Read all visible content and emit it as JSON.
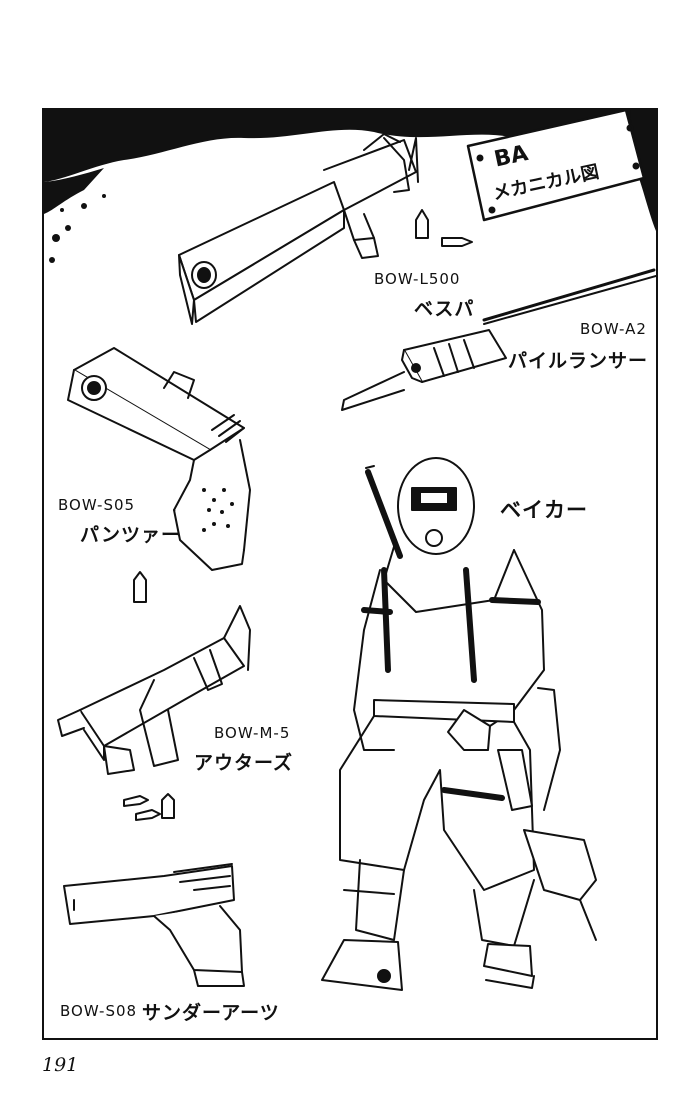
{
  "sign": {
    "title": "BA",
    "subtitle": "メカニカル図"
  },
  "weapons": [
    {
      "code": "BOW-L500",
      "name": "ベスパ"
    },
    {
      "code": "BOW-A2",
      "name": "パイルランサー"
    },
    {
      "code": "BOW-S05",
      "name": "パンツァー"
    },
    {
      "code": "BOW-M-5",
      "name": "アウターズ"
    },
    {
      "code": "BOW-S08",
      "name": "サンダーアーツ"
    }
  ],
  "character": {
    "name": "ベイカー"
  },
  "page_number": "191",
  "colors": {
    "ink": "#111111",
    "paper": "#ffffff"
  }
}
